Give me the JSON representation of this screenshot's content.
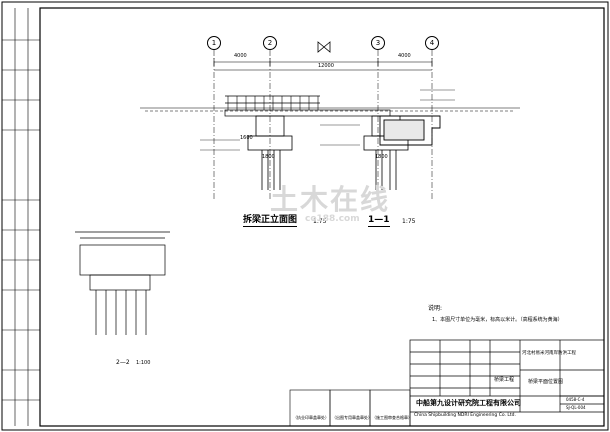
{
  "drawing": {
    "main_view_title": "拆梁正立面图",
    "main_view_scale": "1:75",
    "section_1_title": "1—1",
    "section_1_scale": "1:75",
    "section_2_title": "2—2",
    "section_2_scale": "1:100",
    "grid_labels": [
      "1",
      "2",
      "3",
      "4"
    ],
    "dimensions": {
      "span_left": "4000",
      "span_total": "12000",
      "span_right": "4000",
      "dim_1600": "1600",
      "dim_1800_a": "1800",
      "dim_1800_b": "1800"
    }
  },
  "notes": {
    "heading": "说明:",
    "line1": "1、本图尺寸单位为毫米，标高以米计。（高程系统为黄海）"
  },
  "stamps": {
    "stamp1": "（执业印章盖章处）",
    "stamp2": "（出图专用章盖章处）",
    "stamp3": "（施工图审查合格章）"
  },
  "title_block": {
    "project": "河北村易米河南岸防洪工程",
    "sheet_name_1": "桥梁工程",
    "drawing_name": "桥梁平面位置图",
    "drawing_no": "0458-C-4",
    "sheet_code": "SJ-QL-004",
    "company": "中船第九设计研究院工程有限公司",
    "company_en": "China Shipbuilding NDRI Engineering Co. Ltd."
  },
  "watermark": {
    "text": "土木在线",
    "sub": "co188.com"
  }
}
